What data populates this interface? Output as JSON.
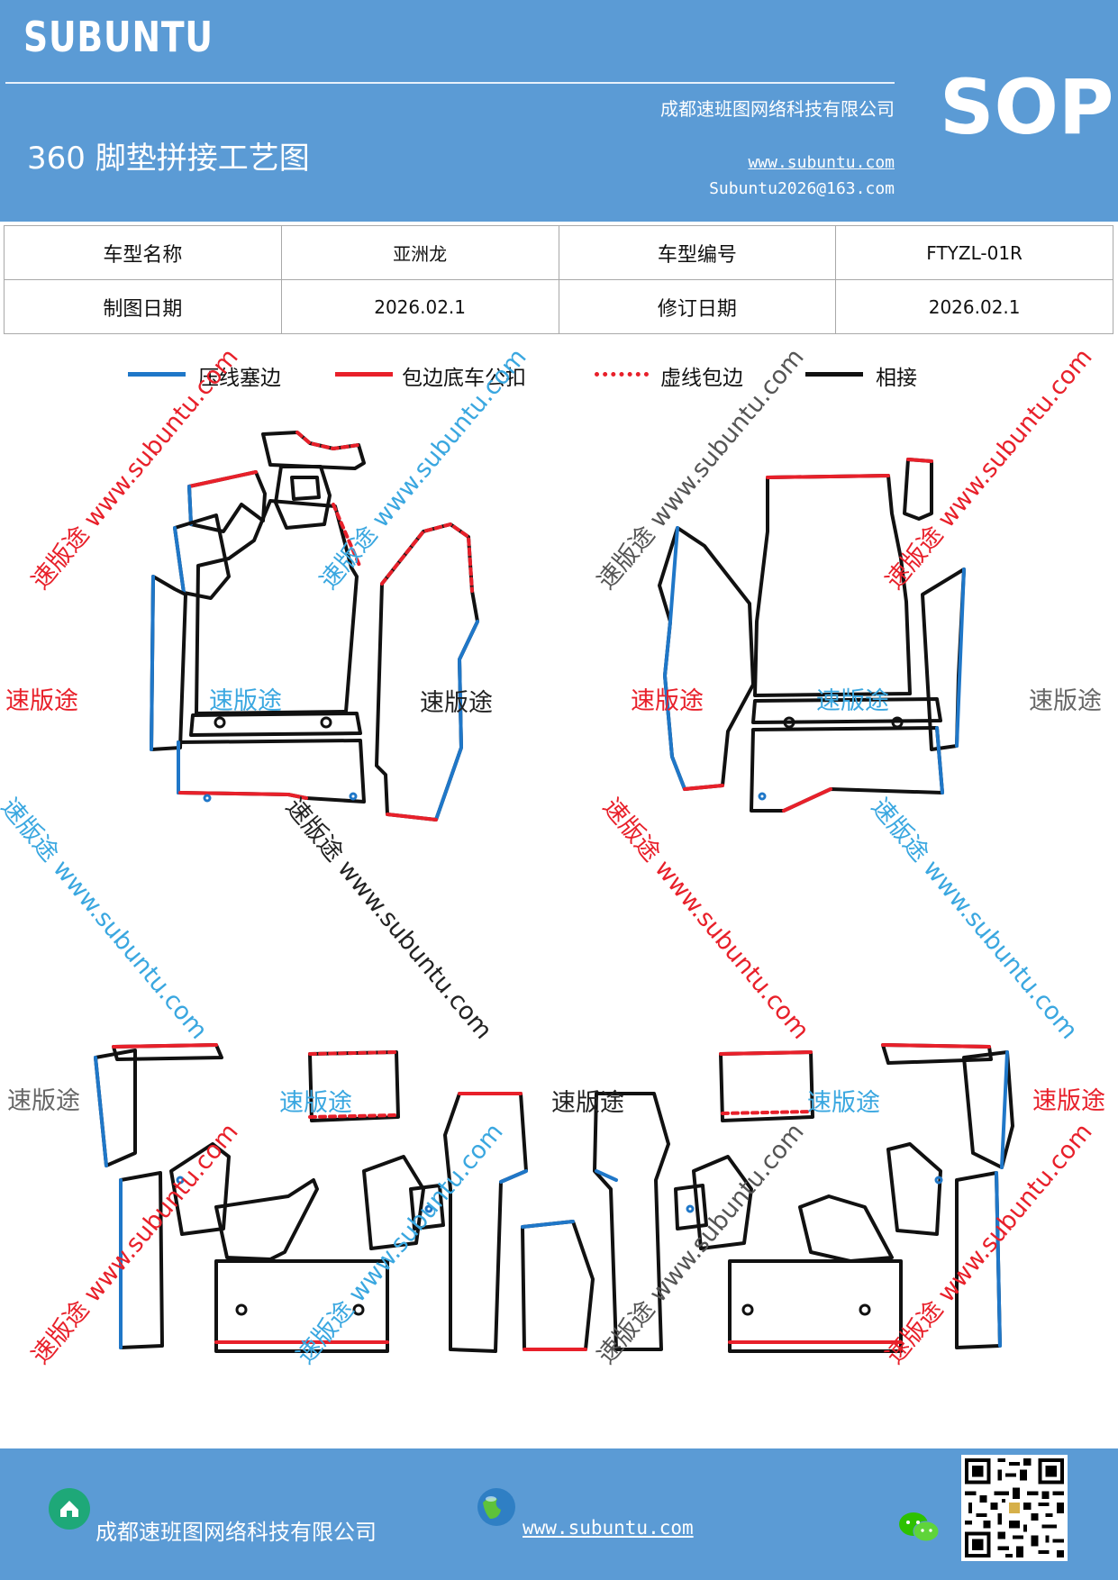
{
  "header": {
    "brand": "SUBUNTU",
    "company": "成都速班图网络科技有限公司",
    "title": "360 脚垫拼接工艺图",
    "website": "www.subuntu.com",
    "email": "Subuntu2026@163.com",
    "badge": "SOP",
    "bg_color": "#5b9bd5"
  },
  "info_table": {
    "rows": [
      [
        "车型名称",
        "亚洲龙",
        "车型编号",
        "FTYZL-01R"
      ],
      [
        "制图日期",
        "2026.02.1",
        "修订日期",
        "2026.02.1"
      ]
    ]
  },
  "legend": [
    {
      "label": "压线塞边",
      "color": "#1f77c8",
      "style": "solid"
    },
    {
      "label": "包边底车公扣",
      "color": "#e8202a",
      "style": "solid"
    },
    {
      "label": "虚线包边",
      "color": "#e8202a",
      "style": "dotted"
    },
    {
      "label": "相接",
      "color": "#111111",
      "style": "solid"
    }
  ],
  "watermarks": {
    "brand_text": "速版途",
    "url_text": "速版途 www.subuntu.com",
    "url_text_b": "速版途 www.subuntu.com",
    "colors": {
      "red": "#e8202a",
      "blue": "#3aa7e0",
      "gray": "#666666",
      "black": "#222222"
    }
  },
  "footer": {
    "company": "成都速班图网络科技有限公司",
    "website": "www.subuntu.com",
    "icons": [
      "home-icon",
      "globe-icon",
      "wechat-icon",
      "qr-code"
    ]
  }
}
